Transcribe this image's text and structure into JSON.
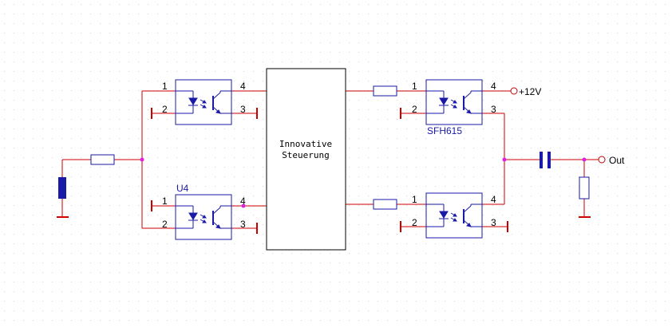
{
  "labels": {
    "u4": "U4",
    "sfh615": "SFH615",
    "block_line1": "Innovative",
    "block_line2": "Steuerung",
    "plus12v": "+12V",
    "out": "Out"
  },
  "pins": {
    "p1": "1",
    "p2": "2",
    "p3": "3",
    "p4": "4"
  },
  "colors": {
    "wire": "#cc0000",
    "component": "#1a1aa6",
    "junction": "#e020e0",
    "grid": "#d8d8d8"
  }
}
